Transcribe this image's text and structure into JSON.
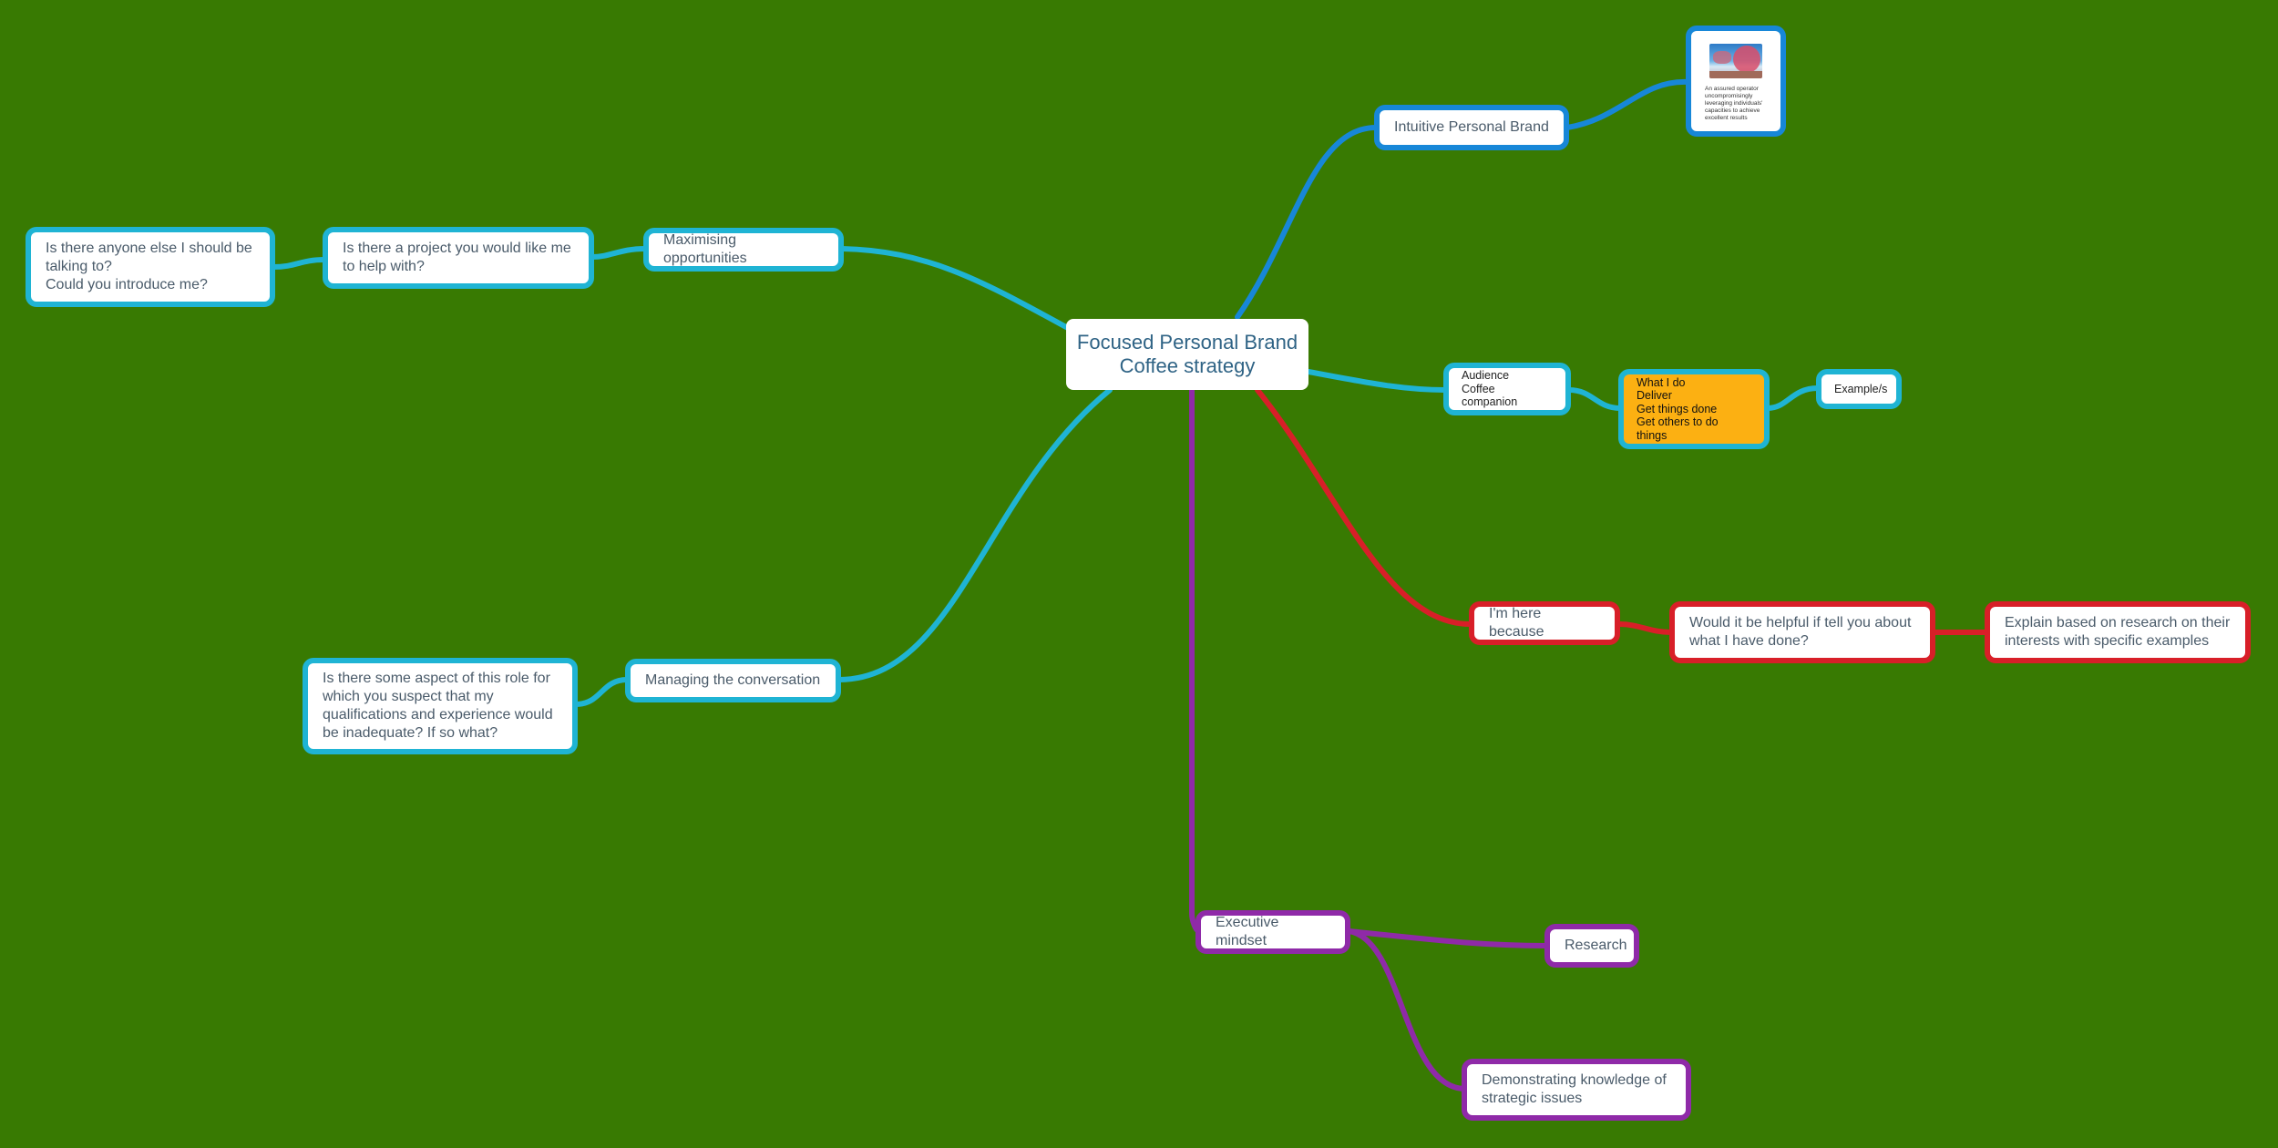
{
  "map": {
    "root": {
      "line1": "Focused Personal Brand",
      "line2": "Coffee strategy"
    },
    "nodes": {
      "maximising": "Maximising opportunities",
      "project": "Is there a project you would like me\nto help with?",
      "anyone_else": "Is there anyone else I should be\ntalking to?\nCould you introduce me?",
      "managing": "Managing the conversation",
      "aspect": "Is there some aspect of this role for\nwhich you suspect that my\nqualifications and experience would\nbe inadequate? If so what?",
      "intuitive": "Intuitive Personal Brand",
      "image_caption": "An assured operator uncompromisingly leveraging individuals' capacities to achieve excellent results",
      "audience": "Audience\nCoffee companion",
      "what_i_do": "What I do\nDeliver\nGet things done\nGet others to do things",
      "examples": "Example/s",
      "here_because": "I'm here because",
      "helpful": "Would it be helpful if tell you about\nwhat I have done?",
      "explain": "Explain based on research on their\ninterests with specific examples",
      "executive": "Executive mindset",
      "research": "Research",
      "demonstrating": "Demonstrating knowledge of\nstrategic issues"
    },
    "colors": {
      "background": "#387a02",
      "cyan": "#1fb4d4",
      "blue": "#1787d8",
      "red": "#d81f28",
      "purple": "#8f2aa8",
      "orange_fill": "#fcb012",
      "root_text": "#2f6385"
    }
  }
}
